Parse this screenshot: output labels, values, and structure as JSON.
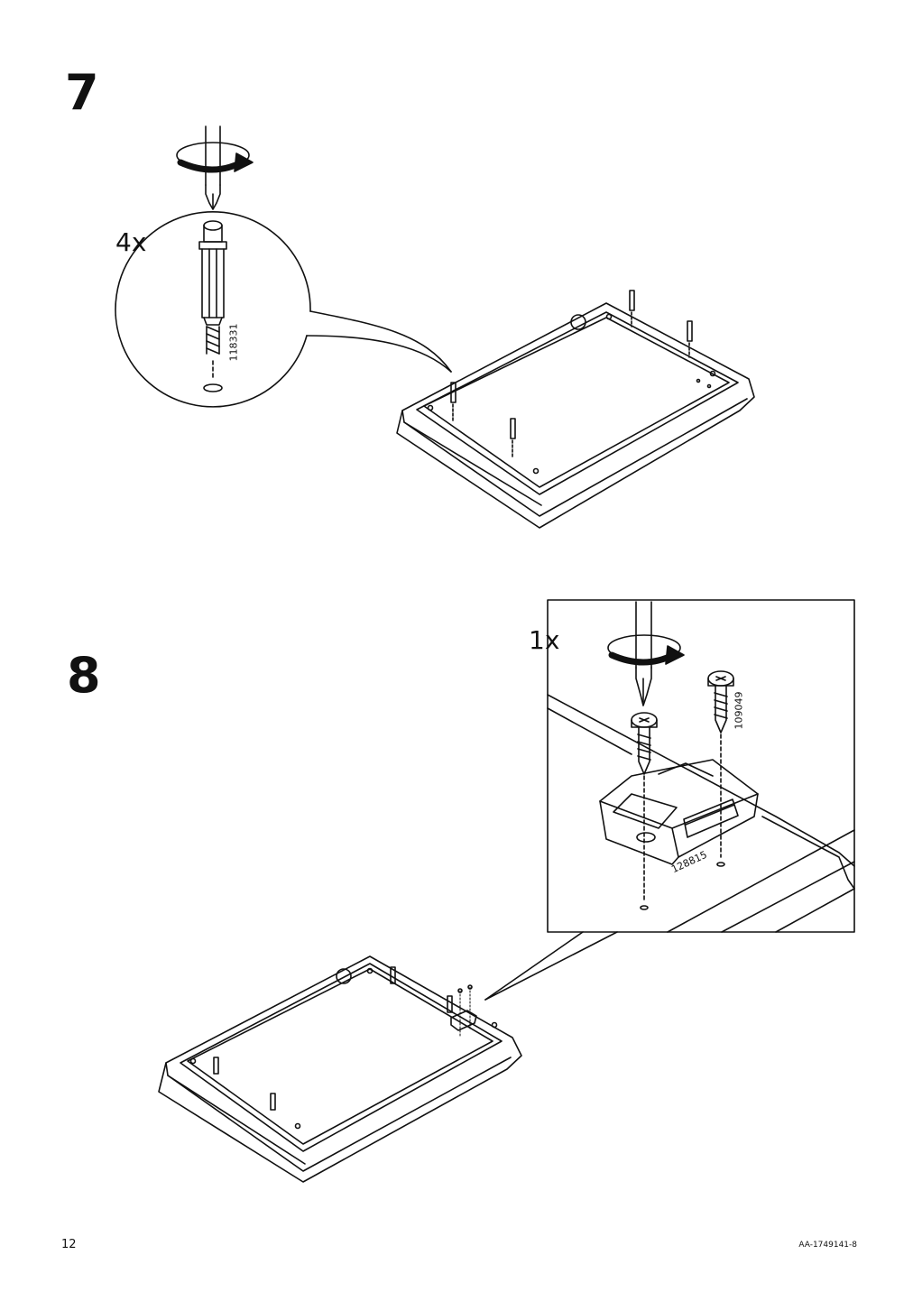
{
  "steps": [
    {
      "number": "7",
      "quantity": "4x",
      "part_number": "118331"
    },
    {
      "number": "8",
      "quantity": "1x",
      "part_numbers": [
        "109049",
        "128815"
      ]
    }
  ],
  "footer": {
    "page_number": "12",
    "document_id": "AA-1749141-8"
  }
}
